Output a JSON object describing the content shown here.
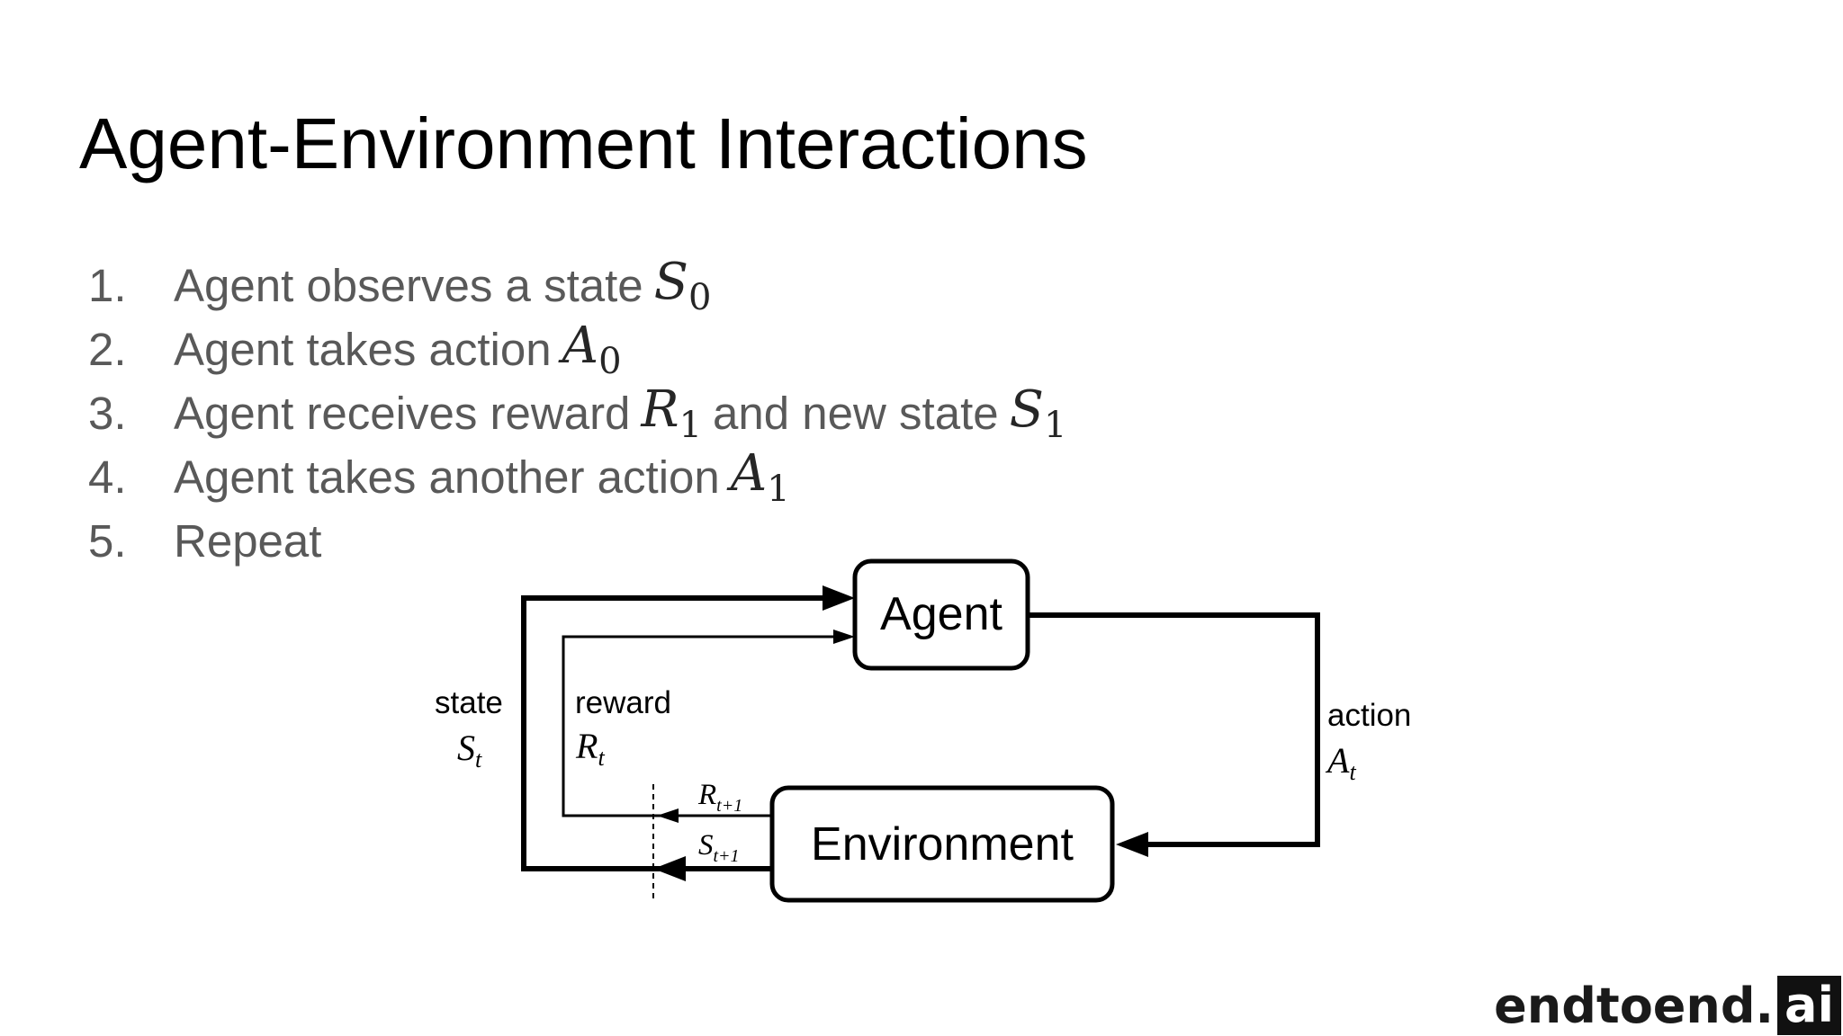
{
  "title": "Agent-Environment Interactions",
  "steps": [
    {
      "num": "1.",
      "text": "Agent observes a state",
      "math": "S",
      "sub": "0"
    },
    {
      "num": "2.",
      "text": "Agent takes action",
      "math": "A",
      "sub": "0"
    },
    {
      "num": "3.",
      "text": "Agent receives reward",
      "math": "R",
      "sub": "1",
      "text2": "and new state",
      "math2": "S",
      "sub2": "1"
    },
    {
      "num": "4.",
      "text": "Agent takes another action",
      "math": "A",
      "sub": "1"
    },
    {
      "num": "5.",
      "text": "Repeat"
    }
  ],
  "diagram": {
    "agent_label": "Agent",
    "environment_label": "Environment",
    "state_label": "state",
    "state_symbol": "S",
    "state_sub": "t",
    "reward_label": "reward",
    "reward_symbol": "R",
    "reward_sub": "t",
    "action_label": "action",
    "action_symbol": "A",
    "action_sub": "t",
    "next_reward_symbol": "R",
    "next_reward_sub": "t+1",
    "next_state_symbol": "S",
    "next_state_sub": "t+1"
  },
  "logo": {
    "main": "endtoend.",
    "accent": "ai"
  }
}
